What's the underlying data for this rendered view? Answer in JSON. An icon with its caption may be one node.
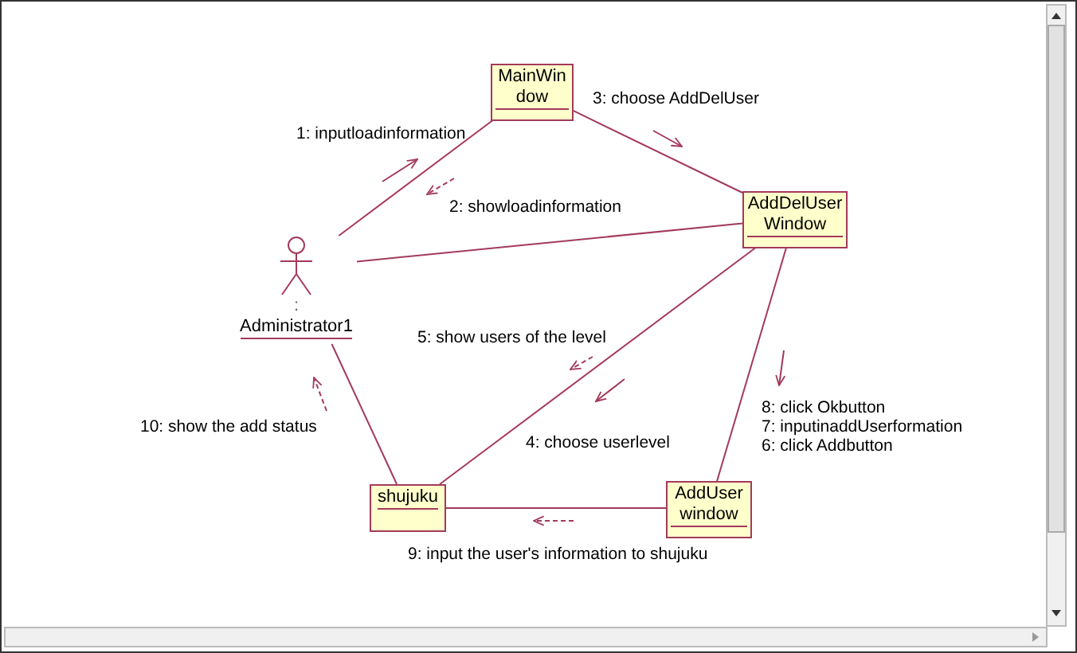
{
  "diagram": {
    "nodes": [
      {
        "text": [
          "MainWindow"
        ]
      },
      {
        "text": [
          "AddDelUserWindow"
        ]
      },
      {
        "text": [
          ":",
          "Administrator1"
        ]
      },
      {
        "text": [
          "shujuku"
        ]
      },
      {
        "text": [
          "AddUser window"
        ]
      }
    ],
    "edges": [
      {
        "from": 2,
        "to": 0,
        "arrow": "none"
      },
      {
        "from": 0,
        "to": 1,
        "arrow": "none"
      },
      {
        "from": 2,
        "to": 1,
        "arrow": "none"
      },
      {
        "from": 1,
        "to": 3,
        "arrow": "none"
      },
      {
        "from": 1,
        "to": 4,
        "arrow": "none"
      },
      {
        "from": 4,
        "to": 3,
        "arrow": "none"
      },
      {
        "from": 2,
        "to": 3,
        "arrow": "none"
      }
    ],
    "labels": [
      "3: choose AddDelUser",
      "1: inputloadinformation",
      "2: showloadinformation",
      "5: show users of the level",
      "10: show the add status",
      "8: click Okbutton",
      "7: inputinaddUserformation",
      "6: click Addbutton",
      "4: choose userlevel",
      "9: input the user's information to shujuku"
    ]
  }
}
